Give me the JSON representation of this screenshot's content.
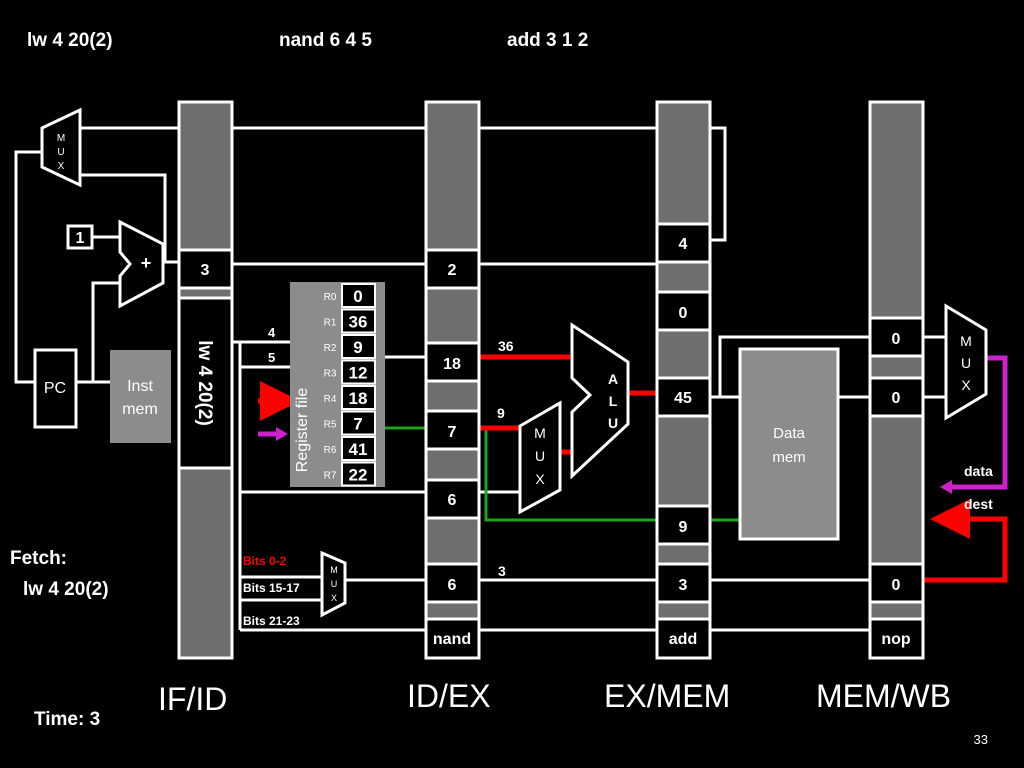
{
  "header": {
    "instr_if": "lw 4 20(2)",
    "instr_id": "nand 6 4 5",
    "instr_ex": "add 3 1 2"
  },
  "fetch": {
    "title": "Fetch:",
    "instr": "lw 4 20(2)"
  },
  "time": "Time: 3",
  "slide_number": "33",
  "stage_labels": {
    "ifid": "IF/ID",
    "idex": "ID/EX",
    "exmem": "EX/MEM",
    "memwb": "MEM/WB"
  },
  "blocks": {
    "pc": "PC",
    "inst_mem_1": "Inst",
    "inst_mem_2": "mem",
    "data_mem_1": "Data",
    "data_mem_2": "mem",
    "register_file": "Register file",
    "const_one": "1",
    "plus": "+",
    "mux_m": "M",
    "mux_u": "U",
    "mux_x": "X",
    "alu_a": "A",
    "alu_l": "L",
    "alu_u": "U"
  },
  "registers": {
    "names": [
      "R0",
      "R1",
      "R2",
      "R3",
      "R4",
      "R5",
      "R6",
      "R7"
    ],
    "values": [
      "0",
      "36",
      "9",
      "12",
      "18",
      "7",
      "41",
      "22"
    ]
  },
  "ifid": {
    "pc_plus1": "3",
    "instr_vertical": "lw 4 20(2)"
  },
  "idex": {
    "pc_plus1": "2",
    "reg_a": "18",
    "reg_b": "7",
    "offset": "6",
    "dest": "6",
    "op": "nand"
  },
  "exmem": {
    "target": "4",
    "eq": "0",
    "alu_result": "45",
    "reg_b": "9",
    "dest": "3",
    "op": "add"
  },
  "memwb": {
    "mem_data": "0",
    "alu_result": "0",
    "dest": "0",
    "op": "nop"
  },
  "wires": {
    "reg_a_sel": "4",
    "reg_b_sel": "5",
    "alu_in_a": "36",
    "alu_in_b": "9",
    "dest_bus": "3",
    "bits_0_2": "Bits 0-2",
    "bits_15_17": "Bits 15-17",
    "bits_21_23": "Bits 21-23",
    "wb_data": "data",
    "wb_dest": "dest"
  },
  "colors": {
    "red": "#ff0000",
    "green": "#1fa21f",
    "magenta": "#cc22cc",
    "gray_bar": "#6e6e6e",
    "gray_block": "#8c8c8c"
  }
}
